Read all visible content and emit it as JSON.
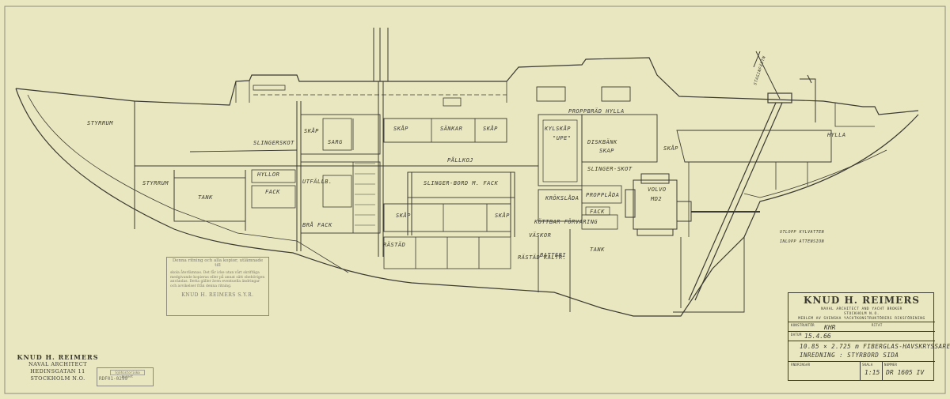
{
  "labels": {
    "styrrum_1": "STYRRUM",
    "styrrum_2": "STYRRUM",
    "tank_1": "TANK",
    "tank_2": "TANK",
    "slingerskot": "SLINGERSKOT",
    "hyllor": "HYLLOR",
    "fack_1": "FACK",
    "skap_1": "SKÅP",
    "sarg": "SARG",
    "skap_2": "SKÅP",
    "skap_3": "SKÅP",
    "sankar": "SÄNKAR",
    "kylskap": "KYLSKÅP",
    "upe": "\"UPE\"",
    "proppbrad": "PROPPBRÄD HYLLA",
    "diskbank": "DISKBÄNK",
    "hallskap": "SKAP",
    "skap_4": "SKÅP",
    "pallkoj": "PÅLLKOJ",
    "slinger_bord": "SLINGER-BORD M. FACK",
    "utfallb": "UTFÄLLB.",
    "bra_fakk": "BRÅ FACK",
    "krokslada": "KRÖKSLÅDA",
    "slinger_skot_2": "SLINGER-SKOT",
    "propp": "PROPPLÅDA",
    "motor_name": "VOLVO",
    "motor_model": "MD2",
    "skap_5": "SKÅP",
    "skap_6": "SKÅP",
    "fack_2": "FACK",
    "kottbar": "KÖTTBAR FÖRVARING",
    "vaskor": "VÄSKOR",
    "batteri": "BATTERI",
    "rastad": "RÄSTÄD",
    "rastad_kaltr": "RÄSTÄD KALTR.",
    "hylla": "HYLLA",
    "note_1": "UTLOPP KYLVATTEN",
    "note_2": "INLOPP ATTENSION",
    "stag_note": "STAGINFÄSTN"
  },
  "stamp": {
    "heading": "Denna ritning och alla kopior, utlämnade till",
    "body": "skola återlämnas. Det får icke utan vårt skriftliga medgivande kopieras eller på annat sätt obehörigen användas. Detta gäller även eventuella ändringar och avvikelser från denna ritning.",
    "signature": "KNUD H. REIMERS S.Y.R."
  },
  "maker": {
    "name": "KNUD H. REIMERS",
    "title": "NAVAL ARCHITECT",
    "street": "HEDINSGATAN 11",
    "city": "STOCKHOLM N.O."
  },
  "archive": {
    "label": "Sjöhistoriska museet",
    "code": "RDF01-0299"
  },
  "title_block": {
    "firm": "KNUD H. REIMERS",
    "firm_sub": "NAVAL ARCHITECT AND YACHT BROKER",
    "firm_addr": "STOCKHOLM N.O.",
    "member": "MEDLEM AV SVENSKA YACHTKONSTRUKTÖRERS RIKSFÖRENING",
    "konstruktor_label": "KONSTRUKTÖR",
    "konstruktor": "KHR",
    "datum_label": "DATUM",
    "datum": "15.4.66",
    "ritad_label": "RITAT",
    "title_line_1": "10.85 × 2.725 m FIBERGLAS-HAVSKRYSSARE",
    "title_line_2": "INREDNING : STYRBORD SIDA",
    "andringar_label": "ÄNDRINGAR",
    "skala_label": "SKALA",
    "skala": "1:15",
    "nummer_label": "NUMMER",
    "nummer": "DR 1605 IV"
  }
}
